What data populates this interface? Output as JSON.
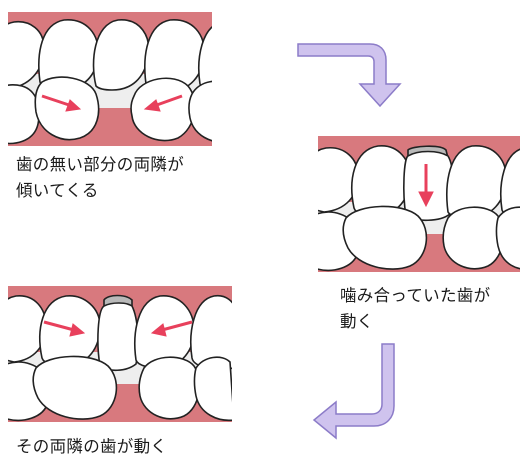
{
  "steps": [
    {
      "caption_lines": [
        "歯の無い部分の両隣が",
        "傾いてくる"
      ]
    },
    {
      "caption_lines": [
        "噛み合っていた歯が",
        "動く"
      ]
    },
    {
      "caption_lines": [
        "その両隣の歯が動く"
      ]
    }
  ],
  "colors": {
    "gum": "#d8797e",
    "gap": "#eeeeee",
    "tooth": "#ffffff",
    "outline": "#222222",
    "shadow": "#b9b9b9",
    "motion_arrow": "#e8405c",
    "flow_arrow_fill": "#cfc3ee",
    "flow_arrow_stroke": "#8c7cc8"
  },
  "icons": [
    "arrow-right-icon",
    "arrow-left-icon",
    "arrow-down-icon",
    "flow-arrow-icon"
  ]
}
